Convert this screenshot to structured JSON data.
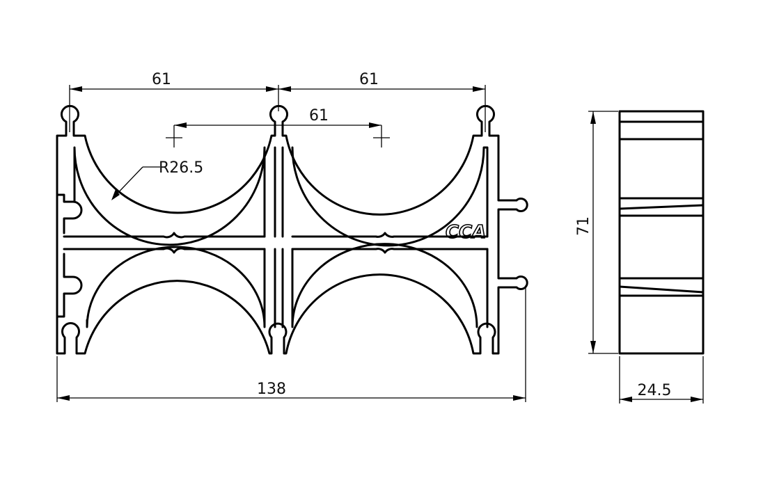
{
  "dimensions": {
    "top_left_pitch": "61",
    "top_right_pitch": "61",
    "middle_pitch": "61",
    "radius": "R26.5",
    "overall_width": "138",
    "side_height": "71",
    "side_depth": "24.5"
  },
  "logo": "CCA",
  "colors": {
    "line": "#000000",
    "background": "#ffffff"
  }
}
